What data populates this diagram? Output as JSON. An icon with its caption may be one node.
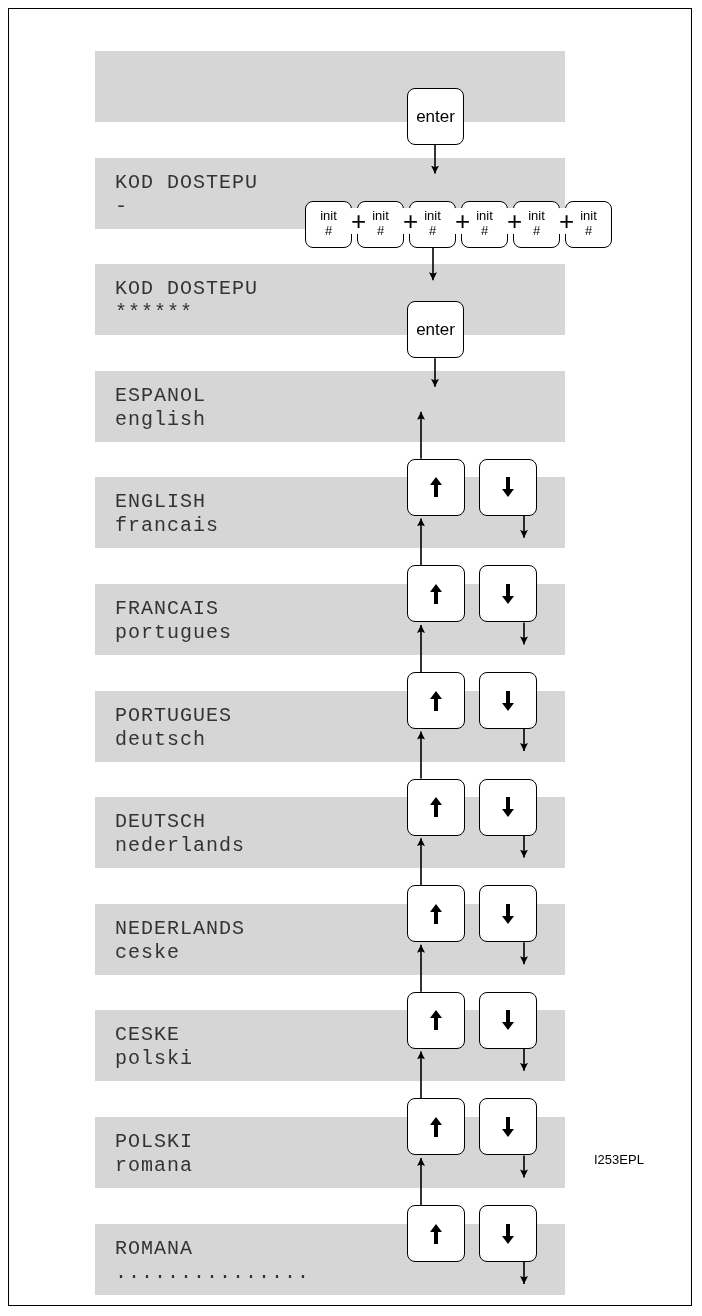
{
  "diagram": {
    "nodes": [
      {
        "text": [],
        "shape": "box"
      },
      {
        "text": [
          "enter"
        ]
      },
      {
        "text": [
          "KOD DOSTEPU",
          "-"
        ]
      },
      {
        "text": [
          "init #"
        ]
      },
      {
        "text": [
          "init #"
        ]
      },
      {
        "text": [
          "init #"
        ]
      },
      {
        "text": [
          "init #"
        ]
      },
      {
        "text": [
          "init #"
        ]
      },
      {
        "text": [
          "init #"
        ]
      },
      {
        "text": [
          "KOD DOSTEPU",
          "******"
        ]
      },
      {
        "text": [
          "enter"
        ]
      },
      {
        "text": [
          "ESPANOL",
          "english"
        ]
      },
      {
        "text": [],
        "shape": "box"
      },
      {
        "text": [],
        "shape": "box"
      },
      {
        "text": [
          "ENGLISH",
          "francais"
        ]
      },
      {
        "text": [],
        "shape": "box"
      },
      {
        "text": [],
        "shape": "box"
      },
      {
        "text": [
          "FRANCAIS",
          "portugues"
        ]
      },
      {
        "text": [],
        "shape": "box"
      },
      {
        "text": [],
        "shape": "box"
      },
      {
        "text": [
          "PORTUGUES",
          "deutsch"
        ]
      },
      {
        "text": [],
        "shape": "box"
      },
      {
        "text": [],
        "shape": "box"
      },
      {
        "text": [
          "DEUTSCH",
          "nederlands"
        ]
      },
      {
        "text": [],
        "shape": "box"
      },
      {
        "text": [],
        "shape": "box"
      },
      {
        "text": [
          "NEDERLANDS",
          "ceske"
        ]
      },
      {
        "text": [],
        "shape": "box"
      },
      {
        "text": [],
        "shape": "box"
      },
      {
        "text": [
          "CESKE",
          "polski"
        ]
      },
      {
        "text": [],
        "shape": "box"
      },
      {
        "text": [],
        "shape": "box"
      },
      {
        "text": [
          "POLSKI",
          "romana"
        ]
      },
      {
        "text": [],
        "shape": "box"
      },
      {
        "text": [],
        "shape": "box"
      },
      {
        "text": [
          "ROMANA",
          "..............."
        ]
      }
    ],
    "edges": [
      {
        "from": 1,
        "to": 2,
        "arrow": "to"
      },
      {
        "from": 5,
        "to": 9,
        "arrow": "to"
      },
      {
        "from": 10,
        "to": 11,
        "arrow": "to"
      },
      {
        "from": 12,
        "to": 11,
        "arrow": "to"
      },
      {
        "from": 13,
        "to": 14,
        "arrow": "to"
      },
      {
        "from": 15,
        "to": 14,
        "arrow": "to"
      },
      {
        "from": 16,
        "to": 17,
        "arrow": "to"
      },
      {
        "from": 18,
        "to": 17,
        "arrow": "to"
      },
      {
        "from": 19,
        "to": 20,
        "arrow": "to"
      },
      {
        "from": 21,
        "to": 20,
        "arrow": "to"
      },
      {
        "from": 22,
        "to": 23,
        "arrow": "to"
      },
      {
        "from": 24,
        "to": 23,
        "arrow": "to"
      },
      {
        "from": 25,
        "to": 26,
        "arrow": "to"
      },
      {
        "from": 27,
        "to": 26,
        "arrow": "to"
      },
      {
        "from": 28,
        "to": 29,
        "arrow": "to"
      },
      {
        "from": 30,
        "to": 29,
        "arrow": "to"
      },
      {
        "from": 31,
        "to": 32,
        "arrow": "to"
      },
      {
        "from": 33,
        "to": 32,
        "arrow": "to"
      },
      {
        "from": 34,
        "to": 35,
        "arrow": "to"
      }
    ],
    "labels": [
      "+",
      "+",
      "+",
      "+",
      "+",
      "I253EPL"
    ]
  }
}
